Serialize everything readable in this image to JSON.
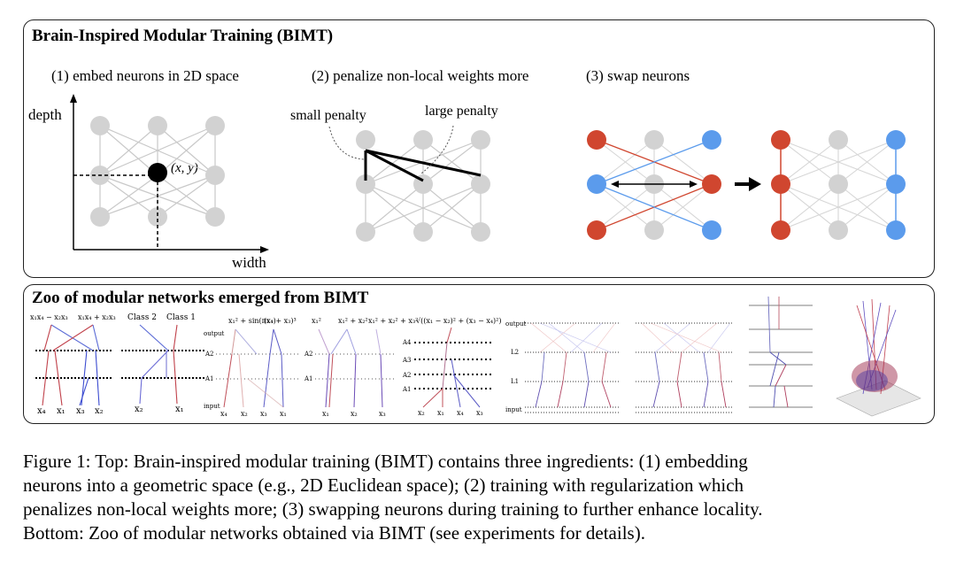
{
  "top": {
    "title": "Brain-Inspired Modular Training (BIMT)",
    "step1": {
      "label": "(1) embed neurons in 2D space",
      "y_axis": "depth",
      "x_axis": "width",
      "coord": "(x, y)"
    },
    "step2": {
      "label": "(2) penalize non-local weights more",
      "small": "small penalty",
      "large": "large penalty"
    },
    "step3": {
      "label": "(3) swap neurons"
    }
  },
  "bottom": {
    "title": "Zoo of modular networks emerged from BIMT",
    "net1": {
      "out1": "x₁x₄ − x₂x₃",
      "out2": "x₁x₄ + x₂x₃",
      "in": [
        "x₄",
        "x₁",
        "x₃",
        "x₂"
      ]
    },
    "net2": {
      "out1": "Class 2",
      "out2": "Class 1",
      "in": [
        "x₂",
        "x₁"
      ]
    },
    "net3": {
      "out1": "x₁² + sin(πx₄)",
      "out2": "(x₁ + x₃)³",
      "layers": [
        "output",
        "A2",
        "A1",
        "input"
      ],
      "in": [
        "x₄",
        "x₂",
        "x₃",
        "x₁"
      ]
    },
    "net4": {
      "out": [
        "x₁²",
        "x₁² + x₂²",
        "x₁² + x₂² + x₃²"
      ],
      "layers": [
        "A2",
        "A1"
      ],
      "in": [
        "x₁",
        "x₂",
        "x₃"
      ]
    },
    "net5": {
      "out": "√((x₁ − x₂)² + (x₃ − x₄)²)",
      "layers": [
        "A4",
        "A3",
        "A2",
        "A1"
      ],
      "in": [
        "x₂",
        "x₁",
        "x₄",
        "x₃"
      ]
    },
    "net6": {
      "layers": [
        "output",
        "L2",
        "L1",
        "input"
      ]
    }
  },
  "caption": {
    "lines": [
      "Figure 1: Top: Brain-inspired modular training (BIMT) contains three ingredients: (1) embedding",
      "neurons into a geometric space (e.g., 2D Euclidean space); (2) training with regularization which",
      "penalizes non-local weights more; (3) swapping neurons during training to further enhance locality.",
      "Bottom: Zoo of modular networks obtained via BIMT (see experiments for details)."
    ]
  },
  "colors": {
    "red": "#d0462f",
    "blue": "#5b9bec",
    "gray": "#cfcfcf",
    "edge": "#c8c8c8"
  }
}
